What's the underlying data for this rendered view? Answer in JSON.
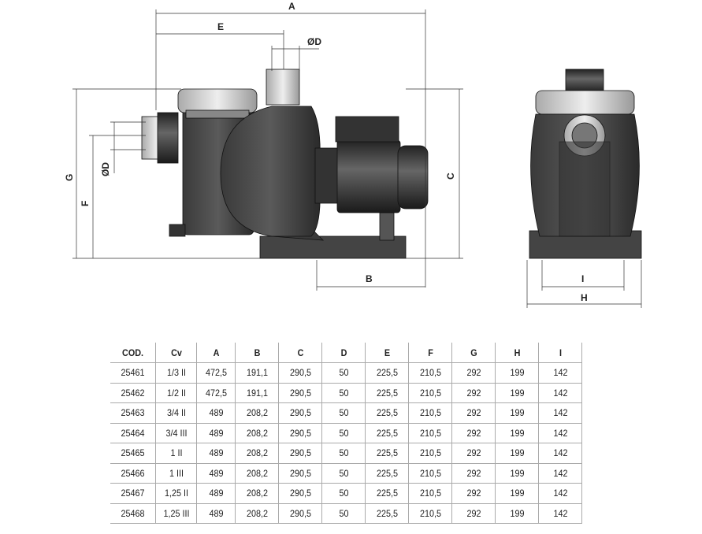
{
  "dimensions": {
    "side_view": [
      "A",
      "E",
      "ØD",
      "G",
      "F",
      "ØD",
      "C",
      "B"
    ],
    "front_view": [
      "I",
      "H"
    ]
  },
  "table": {
    "headers": [
      "COD.",
      "Cv",
      "A",
      "B",
      "C",
      "D",
      "E",
      "F",
      "G",
      "H",
      "I"
    ],
    "rows": [
      [
        "25461",
        "1/3 II",
        "472,5",
        "191,1",
        "290,5",
        "50",
        "225,5",
        "210,5",
        "292",
        "199",
        "142"
      ],
      [
        "25462",
        "1/2 II",
        "472,5",
        "191,1",
        "290,5",
        "50",
        "225,5",
        "210,5",
        "292",
        "199",
        "142"
      ],
      [
        "25463",
        "3/4 II",
        "489",
        "208,2",
        "290,5",
        "50",
        "225,5",
        "210,5",
        "292",
        "199",
        "142"
      ],
      [
        "25464",
        "3/4 III",
        "489",
        "208,2",
        "290,5",
        "50",
        "225,5",
        "210,5",
        "292",
        "199",
        "142"
      ],
      [
        "25465",
        "1 II",
        "489",
        "208,2",
        "290,5",
        "50",
        "225,5",
        "210,5",
        "292",
        "199",
        "142"
      ],
      [
        "25466",
        "1 III",
        "489",
        "208,2",
        "290,5",
        "50",
        "225,5",
        "210,5",
        "292",
        "199",
        "142"
      ],
      [
        "25467",
        "1,25 II",
        "489",
        "208,2",
        "290,5",
        "50",
        "225,5",
        "210,5",
        "292",
        "199",
        "142"
      ],
      [
        "25468",
        "1,25 III",
        "489",
        "208,2",
        "290,5",
        "50",
        "225,5",
        "210,5",
        "292",
        "199",
        "142"
      ]
    ]
  }
}
